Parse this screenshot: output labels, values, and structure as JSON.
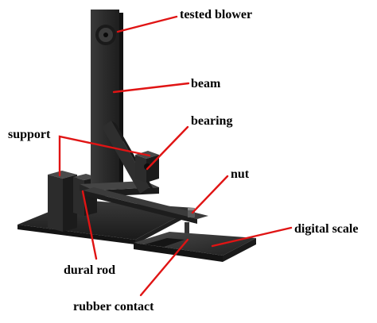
{
  "labels": {
    "tested_blower": "tested blower",
    "beam": "beam",
    "bearing": "bearing",
    "support": "support",
    "nut": "nut",
    "digital_scale": "digital scale",
    "dural_rod": "dural rod",
    "rubber_contact": "rubber contact"
  },
  "colors": {
    "leader_line": "#e01414",
    "label_text": "#000000",
    "apparatus_dark": "#2a2a2a",
    "background": "#ffffff"
  }
}
